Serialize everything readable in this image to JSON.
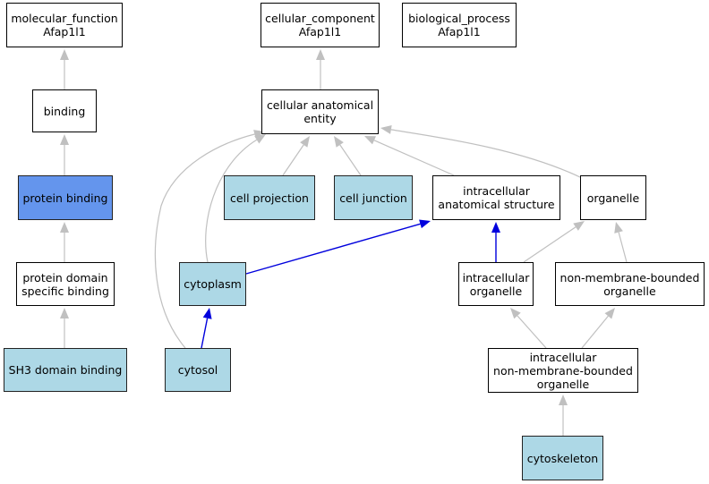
{
  "diagram": {
    "type": "gene-ontology-graph",
    "colors": {
      "background": "#ffffff",
      "default_node": "#ffffff",
      "annotated_node": "#add8e6",
      "focus_node": "#6495ed",
      "is_a_edge": "#c0c0c0",
      "part_of_edge": "#0000dd"
    },
    "nodes": [
      {
        "id": "molecular_function",
        "label": "molecular_function\nAfap1l1",
        "style": "white"
      },
      {
        "id": "cellular_component",
        "label": "cellular_component\nAfap1l1",
        "style": "white"
      },
      {
        "id": "biological_process",
        "label": "biological_process\nAfap1l1",
        "style": "white"
      },
      {
        "id": "binding",
        "label": "binding",
        "style": "white"
      },
      {
        "id": "cellular_anatomical_entity",
        "label": "cellular anatomical\nentity",
        "style": "white"
      },
      {
        "id": "protein_binding",
        "label": "protein binding",
        "style": "focus"
      },
      {
        "id": "cell_projection",
        "label": "cell projection",
        "style": "light"
      },
      {
        "id": "cell_junction",
        "label": "cell junction",
        "style": "light"
      },
      {
        "id": "intracellular_anatomical_structure",
        "label": "intracellular\nanatomical structure",
        "style": "white"
      },
      {
        "id": "organelle",
        "label": "organelle",
        "style": "white"
      },
      {
        "id": "protein_domain_specific_binding",
        "label": "protein domain\nspecific binding",
        "style": "white"
      },
      {
        "id": "cytoplasm",
        "label": "cytoplasm",
        "style": "light"
      },
      {
        "id": "intracellular_organelle",
        "label": "intracellular\norganelle",
        "style": "white"
      },
      {
        "id": "non_membrane_bounded_organelle",
        "label": "non-membrane-bounded\norganelle",
        "style": "white"
      },
      {
        "id": "sh3_domain_binding",
        "label": "SH3 domain binding",
        "style": "light"
      },
      {
        "id": "cytosol",
        "label": "cytosol",
        "style": "light"
      },
      {
        "id": "intracellular_non_membrane_bounded_organelle",
        "label": "intracellular\nnon-membrane-bounded\norganelle",
        "style": "white"
      },
      {
        "id": "cytoskeleton",
        "label": "cytoskeleton",
        "style": "light"
      }
    ],
    "edges": [
      {
        "from": "binding",
        "to": "molecular_function",
        "type": "is_a"
      },
      {
        "from": "protein_binding",
        "to": "binding",
        "type": "is_a"
      },
      {
        "from": "protein_domain_specific_binding",
        "to": "protein_binding",
        "type": "is_a"
      },
      {
        "from": "sh3_domain_binding",
        "to": "protein_domain_specific_binding",
        "type": "is_a"
      },
      {
        "from": "cellular_anatomical_entity",
        "to": "cellular_component",
        "type": "is_a"
      },
      {
        "from": "cell_projection",
        "to": "cellular_anatomical_entity",
        "type": "is_a"
      },
      {
        "from": "cell_junction",
        "to": "cellular_anatomical_entity",
        "type": "is_a"
      },
      {
        "from": "intracellular_anatomical_structure",
        "to": "cellular_anatomical_entity",
        "type": "is_a"
      },
      {
        "from": "organelle",
        "to": "cellular_anatomical_entity",
        "type": "is_a"
      },
      {
        "from": "cytoplasm",
        "to": "cellular_anatomical_entity",
        "type": "is_a"
      },
      {
        "from": "cytosol",
        "to": "cellular_anatomical_entity",
        "type": "is_a"
      },
      {
        "from": "cytoplasm",
        "to": "intracellular_anatomical_structure",
        "type": "part_of"
      },
      {
        "from": "intracellular_organelle",
        "to": "intracellular_anatomical_structure",
        "type": "part_of"
      },
      {
        "from": "intracellular_organelle",
        "to": "organelle",
        "type": "is_a"
      },
      {
        "from": "non_membrane_bounded_organelle",
        "to": "organelle",
        "type": "is_a"
      },
      {
        "from": "cytosol",
        "to": "cytoplasm",
        "type": "part_of"
      },
      {
        "from": "intracellular_non_membrane_bounded_organelle",
        "to": "intracellular_organelle",
        "type": "is_a"
      },
      {
        "from": "intracellular_non_membrane_bounded_organelle",
        "to": "non_membrane_bounded_organelle",
        "type": "is_a"
      },
      {
        "from": "cytoskeleton",
        "to": "intracellular_non_membrane_bounded_organelle",
        "type": "is_a"
      }
    ]
  }
}
